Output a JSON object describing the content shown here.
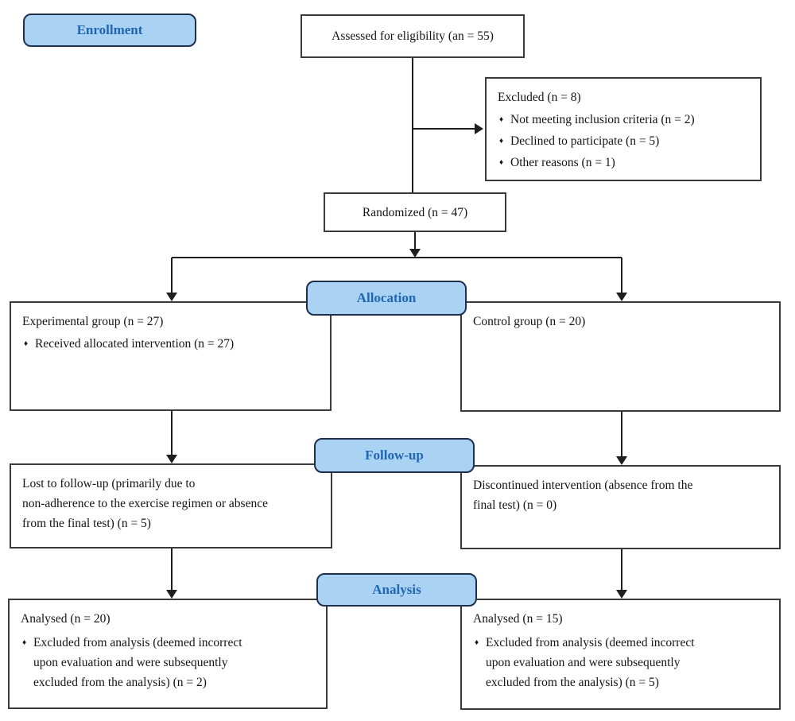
{
  "palette": {
    "stage_fill": "#A9D2F3",
    "stage_border": "#1F2F4F",
    "stage_text": "#2166B3",
    "box_border": "#3A3A3A",
    "line_color": "#1F1F1F",
    "text_color": "#141414",
    "background": "#FFFFFF"
  },
  "glyphs": {
    "bullet": "♦"
  },
  "stages": {
    "enrollment": "Enrollment",
    "allocation": "Allocation",
    "followup": "Follow-up",
    "analysis": "Analysis"
  },
  "boxes": {
    "assessed": {
      "text": "Assessed for eligibility (an = 55)"
    },
    "excluded": {
      "title": "Excluded (n = 8)",
      "bullets": [
        "Not meeting inclusion criteria (n = 2)",
        "Declined to participate (n = 5)",
        "Other reasons (n = 1)"
      ]
    },
    "randomized": {
      "text": "Randomized (n = 47)"
    },
    "experimental_group": {
      "title": "Experimental group (n = 27)",
      "bullets": [
        "Received allocated intervention (n = 27)"
      ]
    },
    "control_group": {
      "title": "Control group (n = 20)"
    },
    "lost_followup": {
      "lines": [
        "Lost to follow-up (primarily due to",
        "non-adherence to the exercise regimen or absence",
        "from the final test) (n = 5)"
      ]
    },
    "discontinued": {
      "lines": [
        "Discontinued intervention (absence from the",
        "final test) (n = 0)"
      ]
    },
    "analysed_experimental": {
      "title": "Analysed (n = 20)",
      "bullet_lines": [
        "Excluded from analysis (deemed incorrect",
        "upon evaluation and were subsequently",
        "excluded from the analysis) (n = 2)"
      ]
    },
    "analysed_control": {
      "title": "Analysed (n = 15)",
      "bullet_lines": [
        "Excluded from analysis (deemed incorrect",
        "upon evaluation and were subsequently",
        "excluded from the analysis) (n = 5)"
      ]
    }
  }
}
